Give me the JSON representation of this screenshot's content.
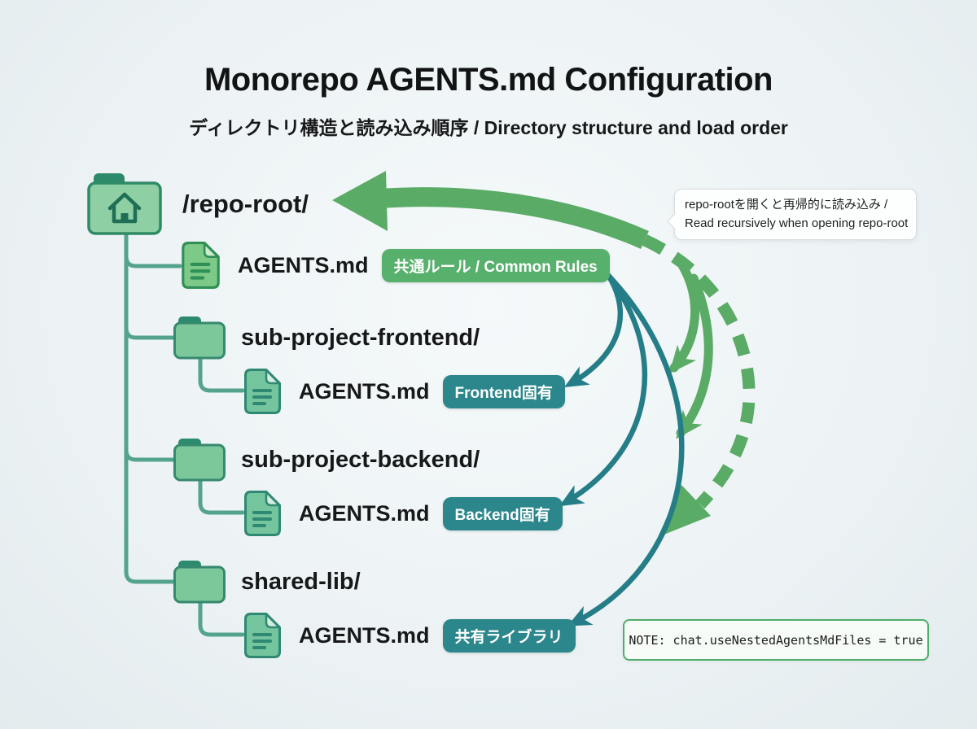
{
  "header": {
    "title": "Monorepo AGENTS.md Configuration",
    "subtitle": "ディレクトリ構造と読み込み順序 / Directory structure and load order"
  },
  "tree": {
    "root": {
      "label": "/repo-root/"
    },
    "root_file": {
      "name": "AGENTS.md",
      "badge": "共通ルール / Common Rules"
    },
    "frontend": {
      "label": "sub-project-frontend/"
    },
    "frontend_file": {
      "name": "AGENTS.md",
      "badge": "Frontend固有"
    },
    "backend": {
      "label": "sub-project-backend/"
    },
    "backend_file": {
      "name": "AGENTS.md",
      "badge": "Backend固有"
    },
    "shared": {
      "label": "shared-lib/"
    },
    "shared_file": {
      "name": "AGENTS.md",
      "badge": "共有ライブラリ"
    }
  },
  "callout": {
    "line1": "repo-rootを開くと再帰的に読み込み /",
    "line2": "Read recursively when opening repo-root"
  },
  "note": {
    "text": "NOTE: chat.useNestedAgentsMdFiles = true"
  },
  "colors": {
    "arrow_green": "#5aab66",
    "arrow_teal": "#257d88",
    "tree_line": "#54a38f",
    "badge_green": "#57b06c",
    "badge_teal": "#2b878b",
    "note_border": "#4fae6a",
    "background": "#eef3f5"
  }
}
